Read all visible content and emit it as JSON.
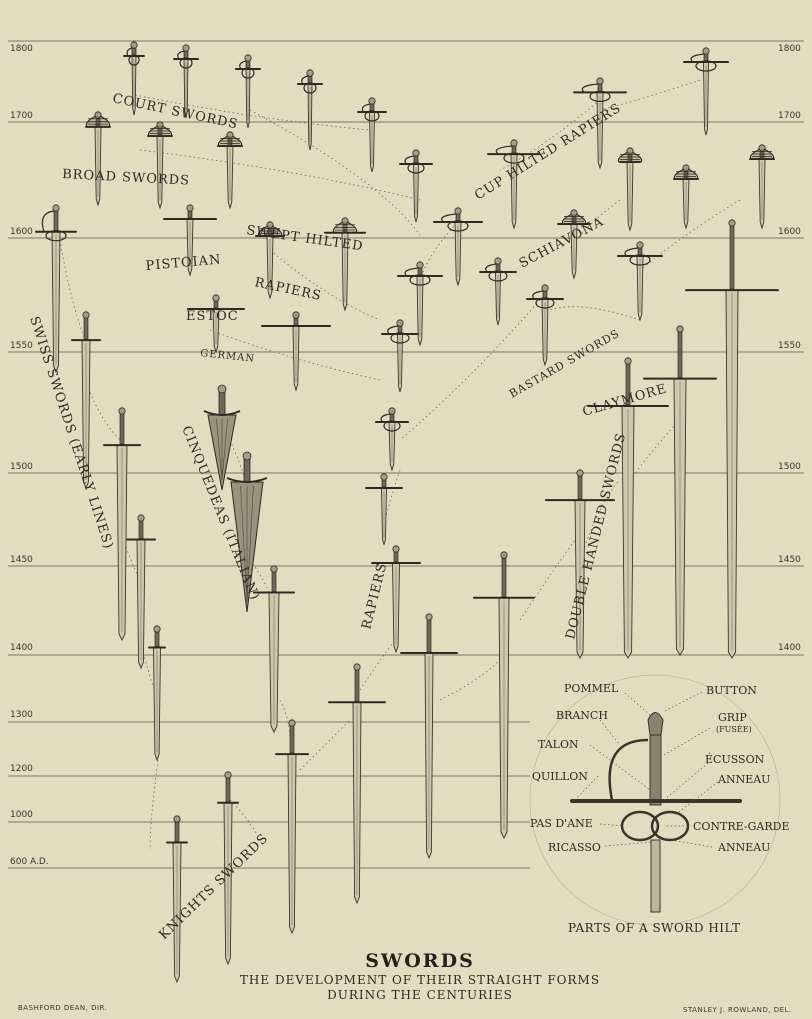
{
  "period_labels_left": [
    "1800",
    "1700",
    "1600",
    "1550",
    "1500",
    "1450",
    "1400",
    "1300",
    "1200",
    "1000",
    "600 A.D."
  ],
  "period_labels_right": [
    "1800",
    "1700",
    "1600",
    "1550",
    "1500",
    "1450",
    "1400"
  ],
  "groups": {
    "court_swords": "COURT SWORDS",
    "broad_swords": "BROAD SWORDS",
    "cup_hilted_rapiers": "CUP HILTED RAPIERS",
    "schiavona": "SCHIAVONA",
    "swept_hilted": "SWEPT HILTED",
    "rapiers_upper": "RAPIERS",
    "pistoian": "PISTOIAN",
    "estoc": "ESTOC",
    "german": "GERMAN",
    "bastard_swords": "BASTARD SWORDS",
    "claymore": "CLAYMORE",
    "double_handed": "DOUBLE HANDED SWORDS",
    "swiss_early": "SWISS SWORDS (EARLY LINES)",
    "cinquedeas": "CINQUEDEAS (ITALIAN)",
    "rapiers_lower": "RAPIERS",
    "knights_swords": "KNIGHTS SWORDS"
  },
  "hilt_parts": {
    "pommel": "POMMEL",
    "button": "BUTTON",
    "branch": "BRANCH",
    "grip": "GRIP",
    "fusee": "(FUSÉE)",
    "talon": "TALON",
    "ecusson": "ÉCUSSON",
    "anneau_upper": "ANNEAU",
    "quillon": "QUILLON",
    "pas_dane": "PAS D'ANE",
    "contre_garde": "CONTRE-GARDE",
    "ricasso": "RICASSO",
    "anneau_lower": "ANNEAU",
    "caption": "PARTS OF A SWORD HILT"
  },
  "title": "SWORDS",
  "subtitle_1": "THE DEVELOPMENT OF THEIR STRAIGHT FORMS",
  "subtitle_2": "DURING THE CENTURIES",
  "credit_left": "BASHFORD DEAN, DIR.",
  "credit_right": "STANLEY J. ROWLAND, DEL."
}
